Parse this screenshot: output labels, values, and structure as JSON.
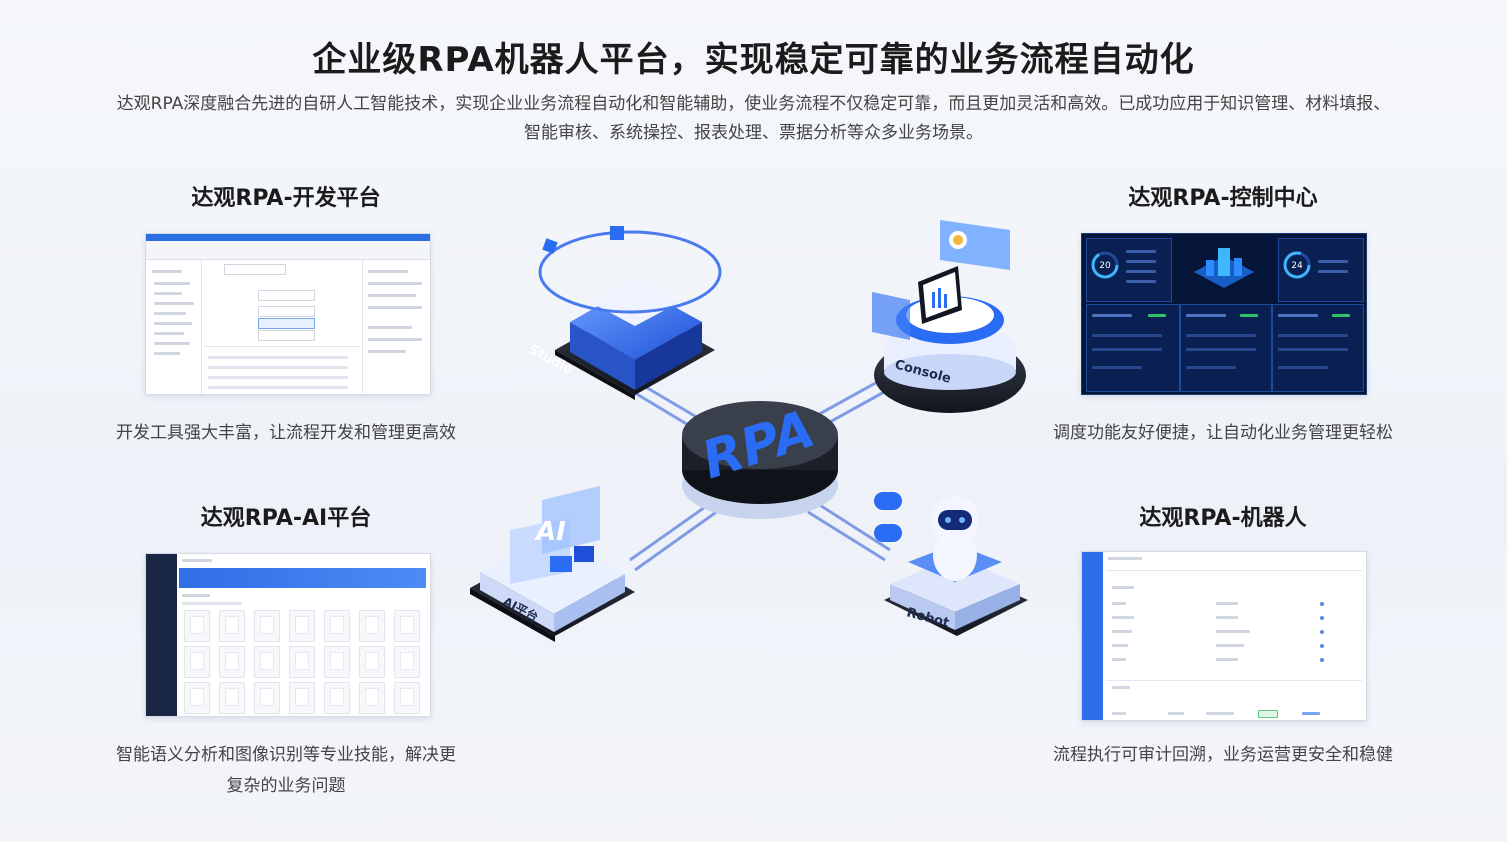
{
  "header": {
    "title": "企业级RPA机器人平台，实现稳定可靠的业务流程自动化",
    "description_line1": "达观RPA深度融合先进的自研人工智能技术，实现企业业务流程自动化和智能辅助，使业务流程不仅稳定可靠，而且更加灵活和高效。已成功应用于知识管理、材料填报、",
    "description_line2": "智能审核、系统操控、报表处理、票据分析等众多业务场景。"
  },
  "sections": {
    "dev": {
      "title": "达观RPA-开发平台",
      "desc": "开发工具强大丰富，让流程开发和管理更高效"
    },
    "console": {
      "title": "达观RPA-控制中心",
      "desc": "调度功能友好便捷，让自动化业务管理更轻松"
    },
    "ai": {
      "title": "达观RPA-AI平台",
      "desc_line1": "智能语义分析和图像识别等专业技能，解决更",
      "desc_line2": "复杂的业务问题"
    },
    "robot": {
      "title": "达观RPA-机器人",
      "desc": "流程执行可审计回溯，业务运营更安全和稳健"
    }
  },
  "diagram": {
    "center_label": "RPA",
    "nodes": {
      "studio": "Studio",
      "console": "Console",
      "ai": "AI平台",
      "robot": "Robot",
      "ai_mark": "AI"
    }
  },
  "console_screen": {
    "gauge_left": "20",
    "gauge_right": "24"
  },
  "colors": {
    "accent": "#2a6fe0",
    "dark_navy": "#06153a",
    "text": "#1b1b1b"
  }
}
